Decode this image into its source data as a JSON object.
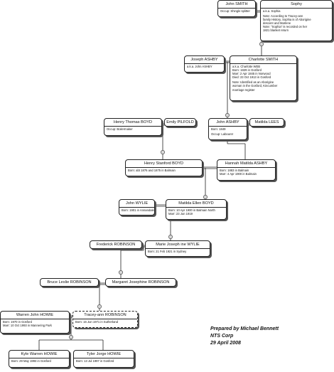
{
  "people": {
    "john_smith": {
      "name": "John SMITH",
      "details": [
        "Occup: Shingle splitter"
      ]
    },
    "sophy": {
      "name": "Sophy",
      "details": [
        "a.k.a. Sophia",
        "",
        "Note: According to Tracey-ann",
        "family History, Sophia is of Aborigine",
        "descent and Marlene",
        "Note: \"Sophia\" is recorded on her",
        "1821 blanket return"
      ]
    },
    "joseph_ashby": {
      "name": "Joseph ASHBY",
      "details": [
        "a.k.a. John ASHBY"
      ]
    },
    "charlotte_smith": {
      "name": "Charlotte SMITH",
      "details": [
        "a.k.a. Charlotte WEB",
        "Born: 1829 in Gosford",
        "Marr: 2 Apr 1845 in Norwood",
        "Died: 23 Oct 1913 in Gosford",
        "",
        "Note: Identified as an Aborigine",
        "woman in the Gosford, Kincumber",
        "marriage register"
      ]
    },
    "henry_thomas_boyd": {
      "name": "Henry Thomas BOYD",
      "details": [
        "Occup: Boilermaker"
      ]
    },
    "emily_pilfold": {
      "name": "Emily PILFOLD",
      "details": []
    },
    "john_ashby": {
      "name": "John ASHBY",
      "details": [
        "Born: 1849",
        "",
        "Occup: Labourer"
      ]
    },
    "matilda_lees": {
      "name": "Matilda LEES",
      "details": []
    },
    "henry_stanford_boyd": {
      "name": "Henry Stanford BOYD",
      "details": [
        "Born: abt 1876 and 1875 in Balmain"
      ]
    },
    "hannah_matilda_ashby": {
      "name": "Hannah Matilda ASHBY",
      "details": [
        "Born: 1883 in Balmain",
        "Marr: 4 Apr 1900 in Balmain"
      ]
    },
    "john_wylie": {
      "name": "John WYLIE",
      "details": [
        "Born: 1901 in Annandale"
      ]
    },
    "matilda_ellen_boyd": {
      "name": "Matilda Ellen BOYD",
      "details": [
        "Born: 10 Apr 1900 in Balmain North",
        "Marr: 23 Jun 1919"
      ]
    },
    "frederick_robinson": {
      "name": "Frederick ROBINSON",
      "details": []
    },
    "marie_joseph_wylie": {
      "name": "Marie Joseph ine WYLIE",
      "details": [
        "Born: 21 Feb 1921 in Sydney"
      ]
    },
    "bruce_leslie_robinson": {
      "name": "Bruce Leslie ROBINSON",
      "details": []
    },
    "margaret_josephine_robinson": {
      "name": "Margaret Josephine ROBINSON",
      "details": []
    },
    "warren_john_howie": {
      "name": "Warren John HOWIE",
      "details": [
        "Born: 1970 in Gosford",
        "Marr: 10 Oct 1993 in Mannering Park"
      ]
    },
    "tracey_ann_robinson": {
      "name": "Tracey-ann ROBINSON",
      "details": [
        "Born: 16 Jun 1971 in Sutherland"
      ]
    },
    "kyle_warren_howie": {
      "name": "Kyle Warren HOWIE",
      "details": [
        "Born: 29 May 1993 in Gosford"
      ]
    },
    "tyler_jorge_howie": {
      "name": "Tyler Jorge HOWIE",
      "details": [
        "Born: 13 Jul 1997 in Gosford"
      ]
    }
  },
  "credit": {
    "prepared_by": "Prepared by Michael Bennett",
    "org": "NTS Corp",
    "date": "29 April 2008"
  }
}
